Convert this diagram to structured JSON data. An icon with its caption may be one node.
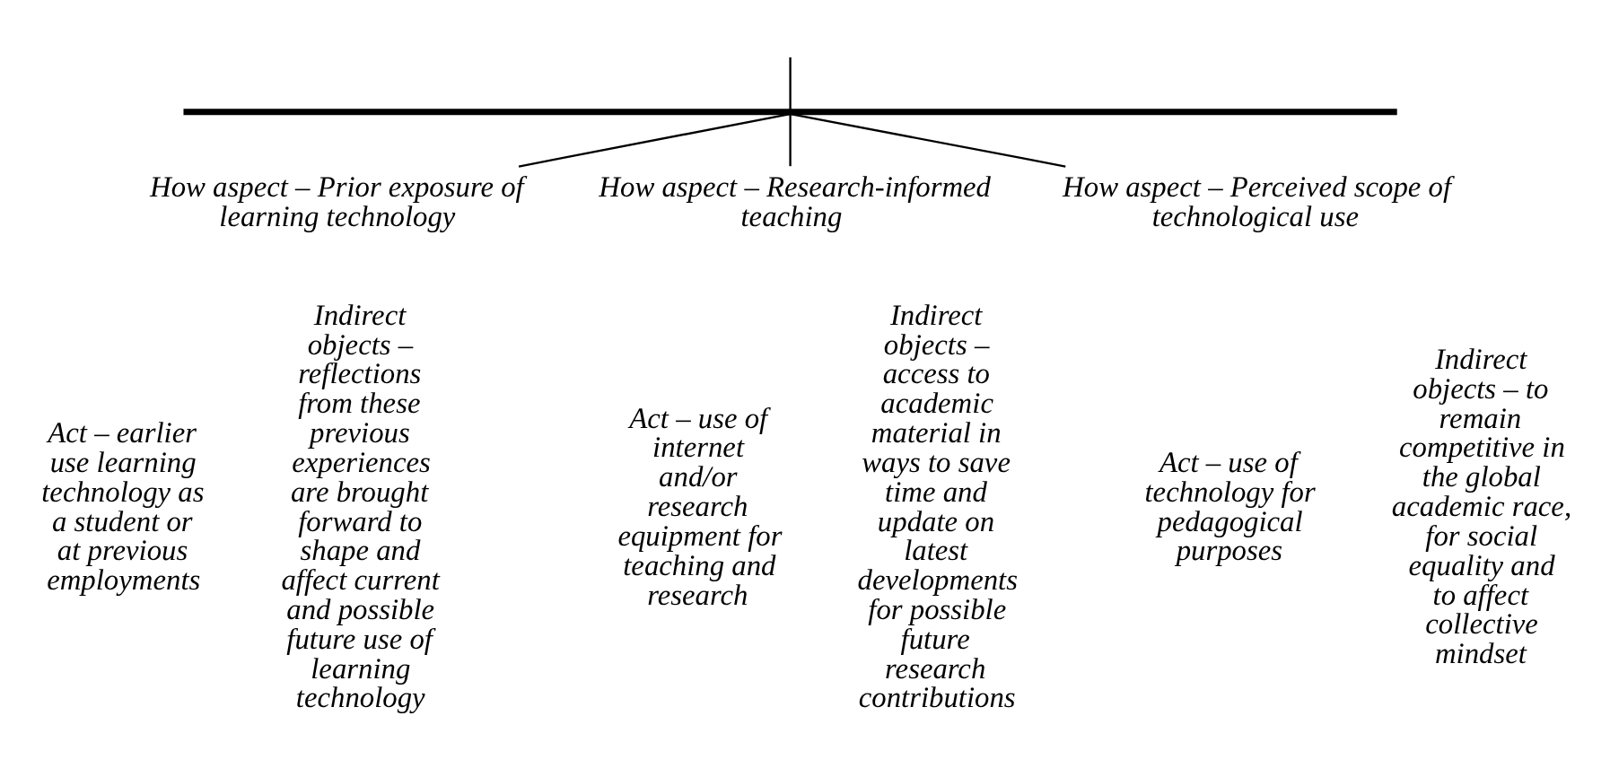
{
  "diagram": {
    "nodes": [
      {
        "text": [
          "How aspect – Prior exposure of learning technology"
        ]
      },
      {
        "text": [
          "Act – earlier use learning technology as a student or at previous employments"
        ]
      },
      {
        "text": [
          "Indirect objects – reflections from these previous experiences are brought forward to shape and affect current and possible future use of learning technology"
        ]
      },
      {
        "text": [
          "How aspect – Research-informed teaching"
        ]
      },
      {
        "text": [
          "Act – use of internet and/or research equipment for teaching and research"
        ]
      },
      {
        "text": [
          "Indirect objects – access to academic material in ways to save time and update on latest developments for possible future research contributions"
        ]
      },
      {
        "text": [
          "How aspect – Perceived scope of technological use"
        ]
      },
      {
        "text": [
          "Act – use of technology for pedagogical purposes"
        ]
      },
      {
        "text": [
          "Indirect objects – to remain competitive in the global academic race, for social equality and to affect collective mindset"
        ]
      },
      {
        "text": [],
        "shape": "bar"
      }
    ],
    "edges": [
      {
        "from": null,
        "to": 9,
        "arrow": "none"
      },
      {
        "from": 9,
        "to": 0,
        "arrow": "none"
      },
      {
        "from": 9,
        "to": 3,
        "arrow": "none"
      },
      {
        "from": 9,
        "to": 6,
        "arrow": "none"
      }
    ]
  }
}
